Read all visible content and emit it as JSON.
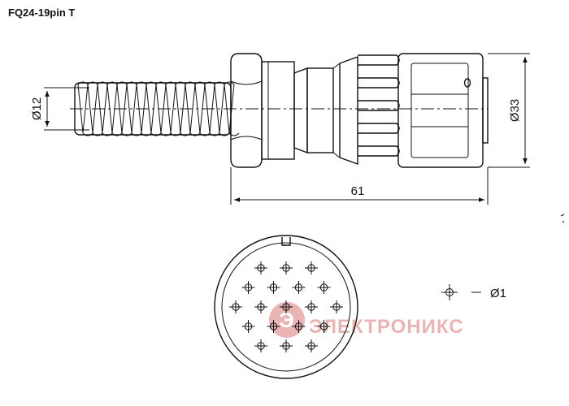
{
  "title": "FQ24-19pin T",
  "dimensions": {
    "cable_diameter": "Ø12",
    "body_diameter": "Ø33",
    "length": "61",
    "pin_diameter": "Ø1"
  },
  "watermark": {
    "logo_letter": "Э",
    "text": "ЭЛЕКТРОНИКС",
    "color": "#e8a7a7"
  },
  "contacts": {
    "count": 19,
    "rows": [
      3,
      4,
      5,
      4,
      3
    ]
  }
}
